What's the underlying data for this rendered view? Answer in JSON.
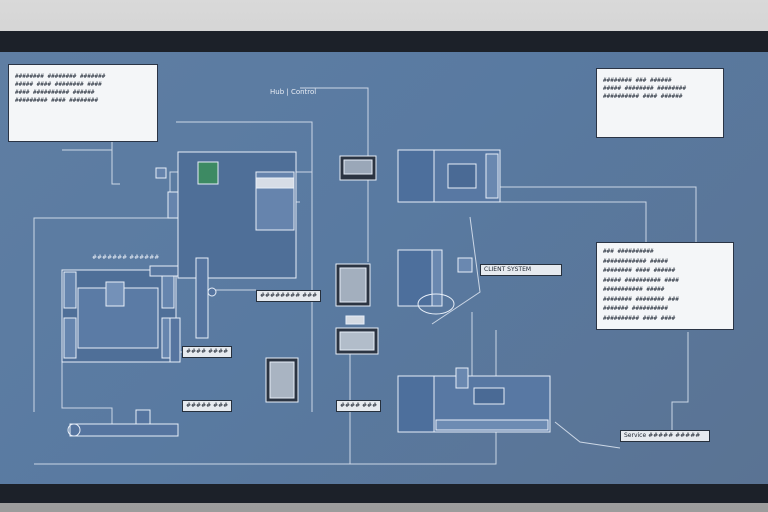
{
  "title_label": "Hub | Control",
  "note_topleft": [
    "######## ######## #######",
    "##### #### ######## ####",
    "#### ########## ######",
    "######### #### ########"
  ],
  "note_topright": [
    "######## ### ######",
    "##### ######## ########",
    "########## #### ######"
  ],
  "note_right": [
    "### ##########",
    "############ #####",
    "######## #### ######",
    "##### ########## ####",
    "########### #####",
    "######## ######## ###",
    "####### ##########",
    "########## #### ####"
  ],
  "callout_center": "CLIENT SYSTEM",
  "callout_bottomright": "Service ##### #####",
  "node_label_1": "######## ###",
  "node_label_2": "#### ####",
  "node_label_3": "##### ###",
  "node_label_4": "#### ###",
  "panel_left_title": "####### ######",
  "colors": {
    "screen": "#5f7ea3",
    "line": "#dfe7f2",
    "node_fill": "#4e6f99"
  }
}
